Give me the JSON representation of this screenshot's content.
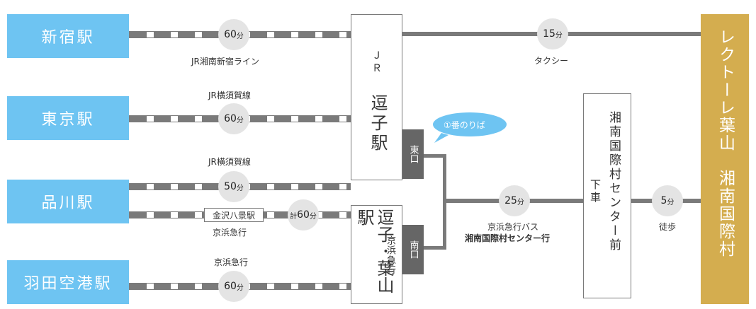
{
  "stations": {
    "shinjuku": "新宿駅",
    "tokyo": "東京駅",
    "shinagawa": "品川駅",
    "haneda": "羽田空港駅"
  },
  "routes": {
    "shinjuku": {
      "time": "60",
      "unit": "分",
      "line": "JR湘南新宿ライン"
    },
    "tokyo": {
      "line": "JR横須賀線",
      "time": "60",
      "unit": "分"
    },
    "shinagawa_jr": {
      "line": "JR横須賀線",
      "time": "50",
      "unit": "分"
    },
    "shinagawa_keikyu": {
      "transfer": "金沢八景駅",
      "prefix": "計",
      "time": "60",
      "unit": "分",
      "line": "京浜急行"
    },
    "haneda": {
      "line": "京浜急行",
      "time": "60",
      "unit": "分"
    }
  },
  "jr_zushi": {
    "line_label": "ＪＲ",
    "name": "逗子駅"
  },
  "keikyu_zushi": {
    "name": "逗子･葉山駅",
    "line_label": "京浜急行"
  },
  "exits": {
    "east": "東口",
    "south": "南口"
  },
  "bus_stop": {
    "label": "①番のりば"
  },
  "taxi": {
    "time": "15",
    "unit": "分",
    "label": "タクシー"
  },
  "bus": {
    "time": "25",
    "unit": "分",
    "operator": "京浜急行バス",
    "destination": "湘南国際村センター行"
  },
  "bus_center": {
    "name": "湘南国際村センター前",
    "alight": "下車"
  },
  "walk": {
    "time": "5",
    "unit": "分",
    "label": "徒歩"
  },
  "destination": {
    "name": "レクトーレ葉山　湘南国際村"
  },
  "colors": {
    "station": "#6ec4f2",
    "destination": "#d4ad4f",
    "exit": "#666666",
    "line": "#7a7a7a",
    "bubble": "#6ec4f2"
  }
}
